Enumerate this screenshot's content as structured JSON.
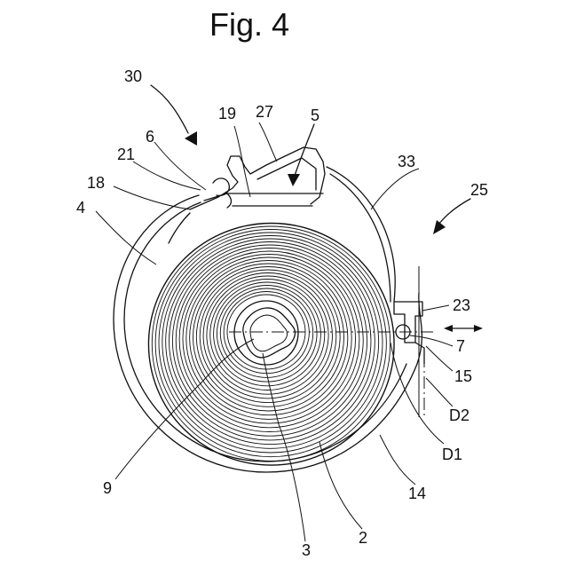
{
  "figure": {
    "title": "Fig. 4"
  },
  "reference_labels": {
    "r30": "30",
    "r19": "19",
    "r27": "27",
    "r5": "5",
    "r6": "6",
    "r21": "21",
    "r33": "33",
    "r18": "18",
    "r25": "25",
    "r4": "4",
    "r23": "23",
    "r7": "7",
    "r15": "15",
    "rD2": "D2",
    "rD1": "D1",
    "r9": "9",
    "r14": "14",
    "r2": "2",
    "r3": "3"
  },
  "colors": {
    "ink": "#111111",
    "background": "#ffffff"
  }
}
